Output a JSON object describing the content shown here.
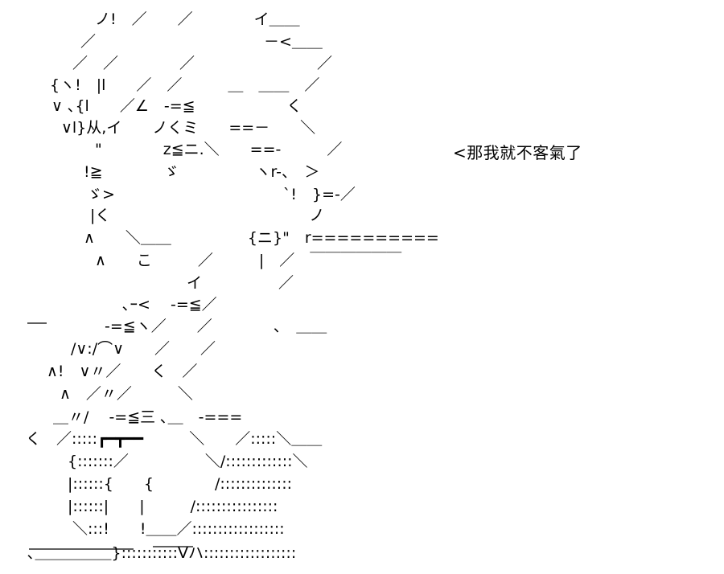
{
  "speech_text": "<那我就不客氣了",
  "art_lines": [
    "ノ!　／　　／　　　　イ＿＿",
    "／　　　　　　　　　　　－<＿＿",
    "／　／　　　　／　　　　　　　　／",
    "{ヽ!　|l　　／　／　　　＿　＿＿　／",
    "∨ ､{l　　／∠　-=≦　　　　　　く",
    "∨l}从,イ　　ノくミ　　==－　　＼",
    "\"　　　　z≦ニ.＼　　==-　　　／",
    "!≧　　　　ゞ　　　　　ヽr-、　＞",
    "ゞ>　　　　　　　　　　　`!　}=-／",
    "|く　　　　　　　　　　　　　ノ",
    "∧　　＼＿＿　　　　　{ニ}\"　r==========",
    "∧　　こ　　　／　　　|　／　￣￣￣￣￣￣",
    "イ　　　　　／",
    "､ｰ< 　-=≦／",
    "-=≦ヽ／　　／　　　　、　＿＿",
    "/∨:/⌒∨　　／　　／",
    "∧!　∨〃／　　く　／",
    "∧　／〃／　　　＼",
    "＿〃/　 -=≦三 ､＿　-===",
    "く　／:::::┏━┳━━　　　＼　　／:::::＼＿＿",
    "{:::::::／　　　　　＼/:::::::::::::＼",
    "|::::::{　　{　　　　/::::::::::::::",
    "|::::::|　　|　　　/::::::::::::::::",
    "＼:::!　　!＿＿／::::::::::::::::::",
    "､＿＿＿＿＿}:::::::::::Vハ::::::::::::::::::"
  ]
}
